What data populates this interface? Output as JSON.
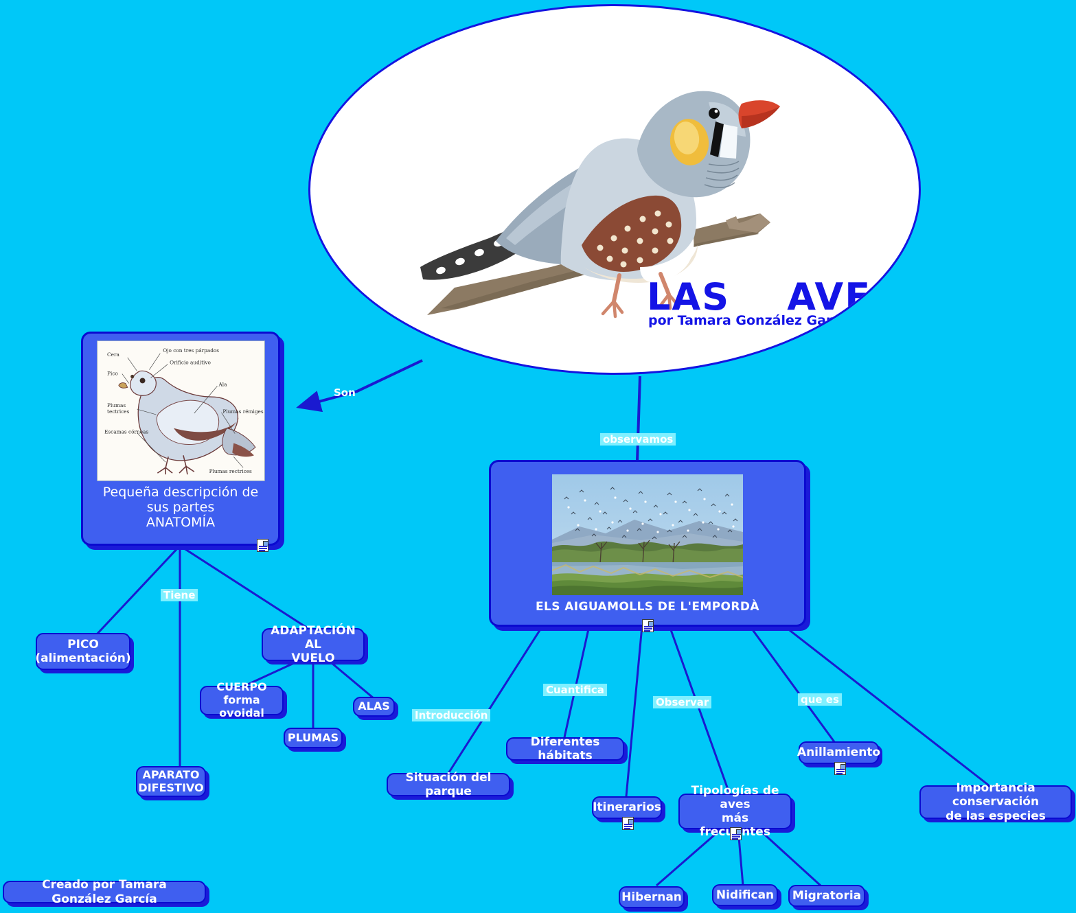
{
  "page": {
    "background_color": "#00c8f8",
    "node_fill": "#3f5ff0",
    "node_border": "#0a0ad0",
    "edge_color": "#1a1ad0",
    "label_highlight": "#7ff0ff",
    "title_color": "#1414e6"
  },
  "center": {
    "title": "LAS    AVES",
    "subtitle": "por Tamara González García",
    "image_name": "zebra-finch-on-branch"
  },
  "anatomy_node": {
    "caption": "Pequeña descripción de sus partes\nANATOMÍA",
    "image_name": "pigeon-anatomy-diagram",
    "has_note_icon": true,
    "diagram_labels": [
      "Ojo con tres párpados",
      "Cera",
      "Orificio auditivo",
      "Pico",
      "Ala",
      "Plumas tectrices",
      "Plumas rémiges",
      "Escamas córneas",
      "Plumas rectrices"
    ]
  },
  "park_node": {
    "caption": "ELS AIGUAMOLLS DE L'EMPORDÀ",
    "image_name": "wetland-birds-photo",
    "has_note_icon": true
  },
  "edge_labels": [
    {
      "text": "Son",
      "highlight": false
    },
    {
      "text": "observamos",
      "highlight": true
    },
    {
      "text": "Tiene",
      "highlight": true
    },
    {
      "text": "Introducción",
      "highlight": true
    },
    {
      "text": "Cuantifica",
      "highlight": true
    },
    {
      "text": "Observar",
      "highlight": true
    },
    {
      "text": "que es",
      "highlight": true
    }
  ],
  "nodes": [
    {
      "id": "pico",
      "label": "PICO\n(alimentación)",
      "note": false
    },
    {
      "id": "adaptacion",
      "label": "ADAPTACIÓN AL\nVUELO",
      "note": false
    },
    {
      "id": "cuerpo",
      "label": "CUERPO\nforma ovoidal",
      "note": false
    },
    {
      "id": "alas",
      "label": "ALAS",
      "note": false
    },
    {
      "id": "plumas",
      "label": "PLUMAS",
      "note": false
    },
    {
      "id": "aparato",
      "label": "APARATO\nDIFESTIVO",
      "note": false
    },
    {
      "id": "situacion",
      "label": "Situación del parque",
      "note": false
    },
    {
      "id": "habitats",
      "label": "Diferentes hábitats",
      "note": false
    },
    {
      "id": "itinerarios",
      "label": "Itinerarios",
      "note": true
    },
    {
      "id": "tipologias",
      "label": "Tipologías de aves\nmás frecuentes",
      "note": true
    },
    {
      "id": "anillamiento",
      "label": "Anillamiento",
      "note": true
    },
    {
      "id": "importancia",
      "label": "Importancia conservación\nde las especies",
      "note": false
    },
    {
      "id": "hibernan",
      "label": "Hibernan",
      "note": false
    },
    {
      "id": "nidifican",
      "label": "Nidifican",
      "note": false
    },
    {
      "id": "migratoria",
      "label": "Migratoria",
      "note": false
    }
  ],
  "footer": {
    "label": "Creado por Tamara González García"
  }
}
